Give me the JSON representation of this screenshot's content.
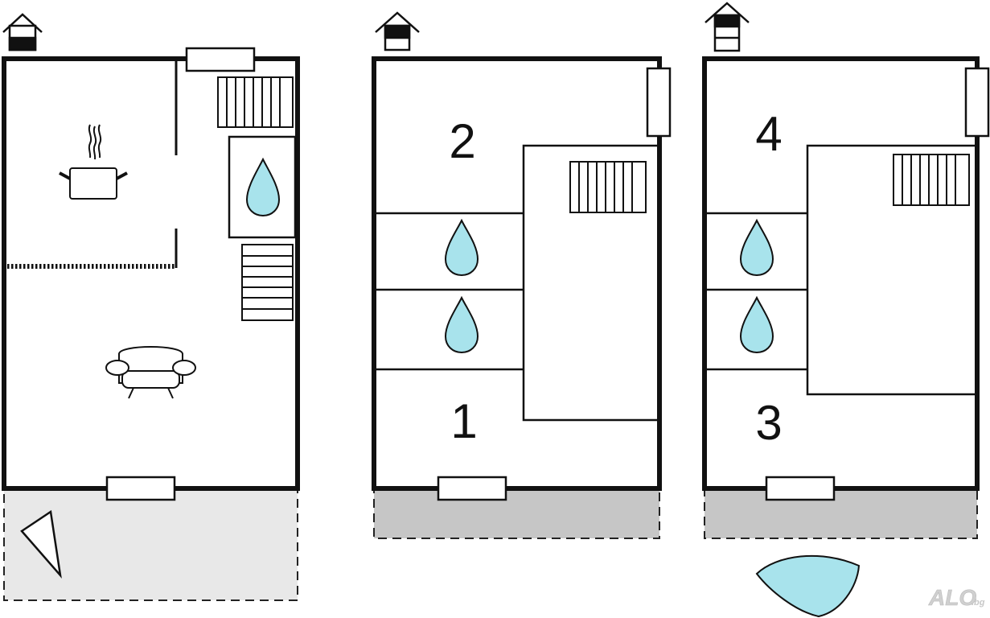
{
  "floors": [
    {
      "id": "ground-floor",
      "level_icon": "house-level-ground-icon",
      "rooms": []
    },
    {
      "id": "first-floor",
      "level_icon": "house-level-first-icon",
      "rooms": [
        "2",
        "1"
      ]
    },
    {
      "id": "second-floor",
      "level_icon": "house-level-second-icon",
      "rooms": [
        "4",
        "3"
      ]
    }
  ],
  "colors": {
    "water": "#a8e3ec",
    "terrace_open": "#e8e8e8",
    "terrace_covered": "#c6c6c6",
    "wall": "#111111"
  },
  "watermark": {
    "logo": "ALO",
    "suffix": ".bg"
  }
}
